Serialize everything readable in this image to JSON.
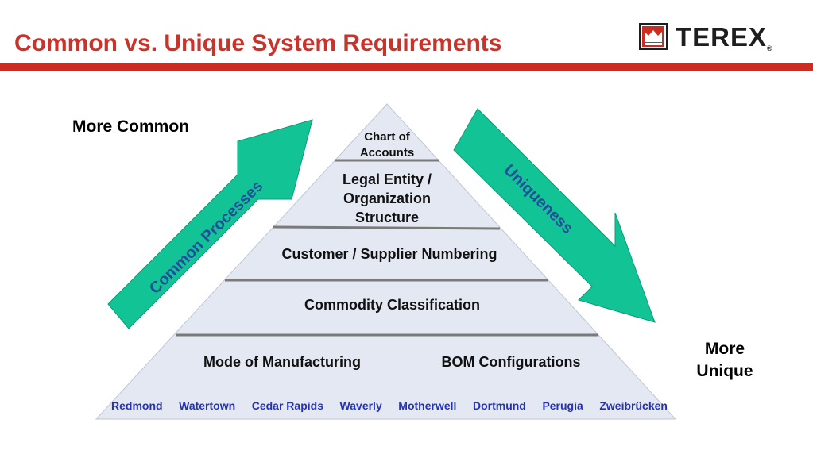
{
  "header": {
    "title": "Common vs. Unique System Requirements",
    "logo_text": "TEREX",
    "logo_mark": "®",
    "accent_color": "#cc2d23",
    "logo_icon": "terex-crown-icon"
  },
  "labels": {
    "more_common": "More Common",
    "more_unique_line1": "More",
    "more_unique_line2": "Unique",
    "arrow_up": "Common Processes",
    "arrow_down": "Uniqueness"
  },
  "pyramid": {
    "tier1_line1": "Chart of",
    "tier1_line2": "Accounts",
    "tier2_line1": "Legal Entity /",
    "tier2_line2": "Organization",
    "tier2_line3": "Structure",
    "tier3": "Customer / Supplier Numbering",
    "tier4": "Commodity Classification",
    "tier5_left": "Mode of Manufacturing",
    "tier5_right": "BOM Configurations",
    "fill_color": "#e3e8f3",
    "line_color": "#7a7a7a"
  },
  "arrows": {
    "color": "#12c495"
  },
  "cities": [
    "Redmond",
    "Watertown",
    "Cedar Rapids",
    "Waverly",
    "Motherwell",
    "Dortmund",
    "Perugia",
    "Zweibrücken"
  ]
}
